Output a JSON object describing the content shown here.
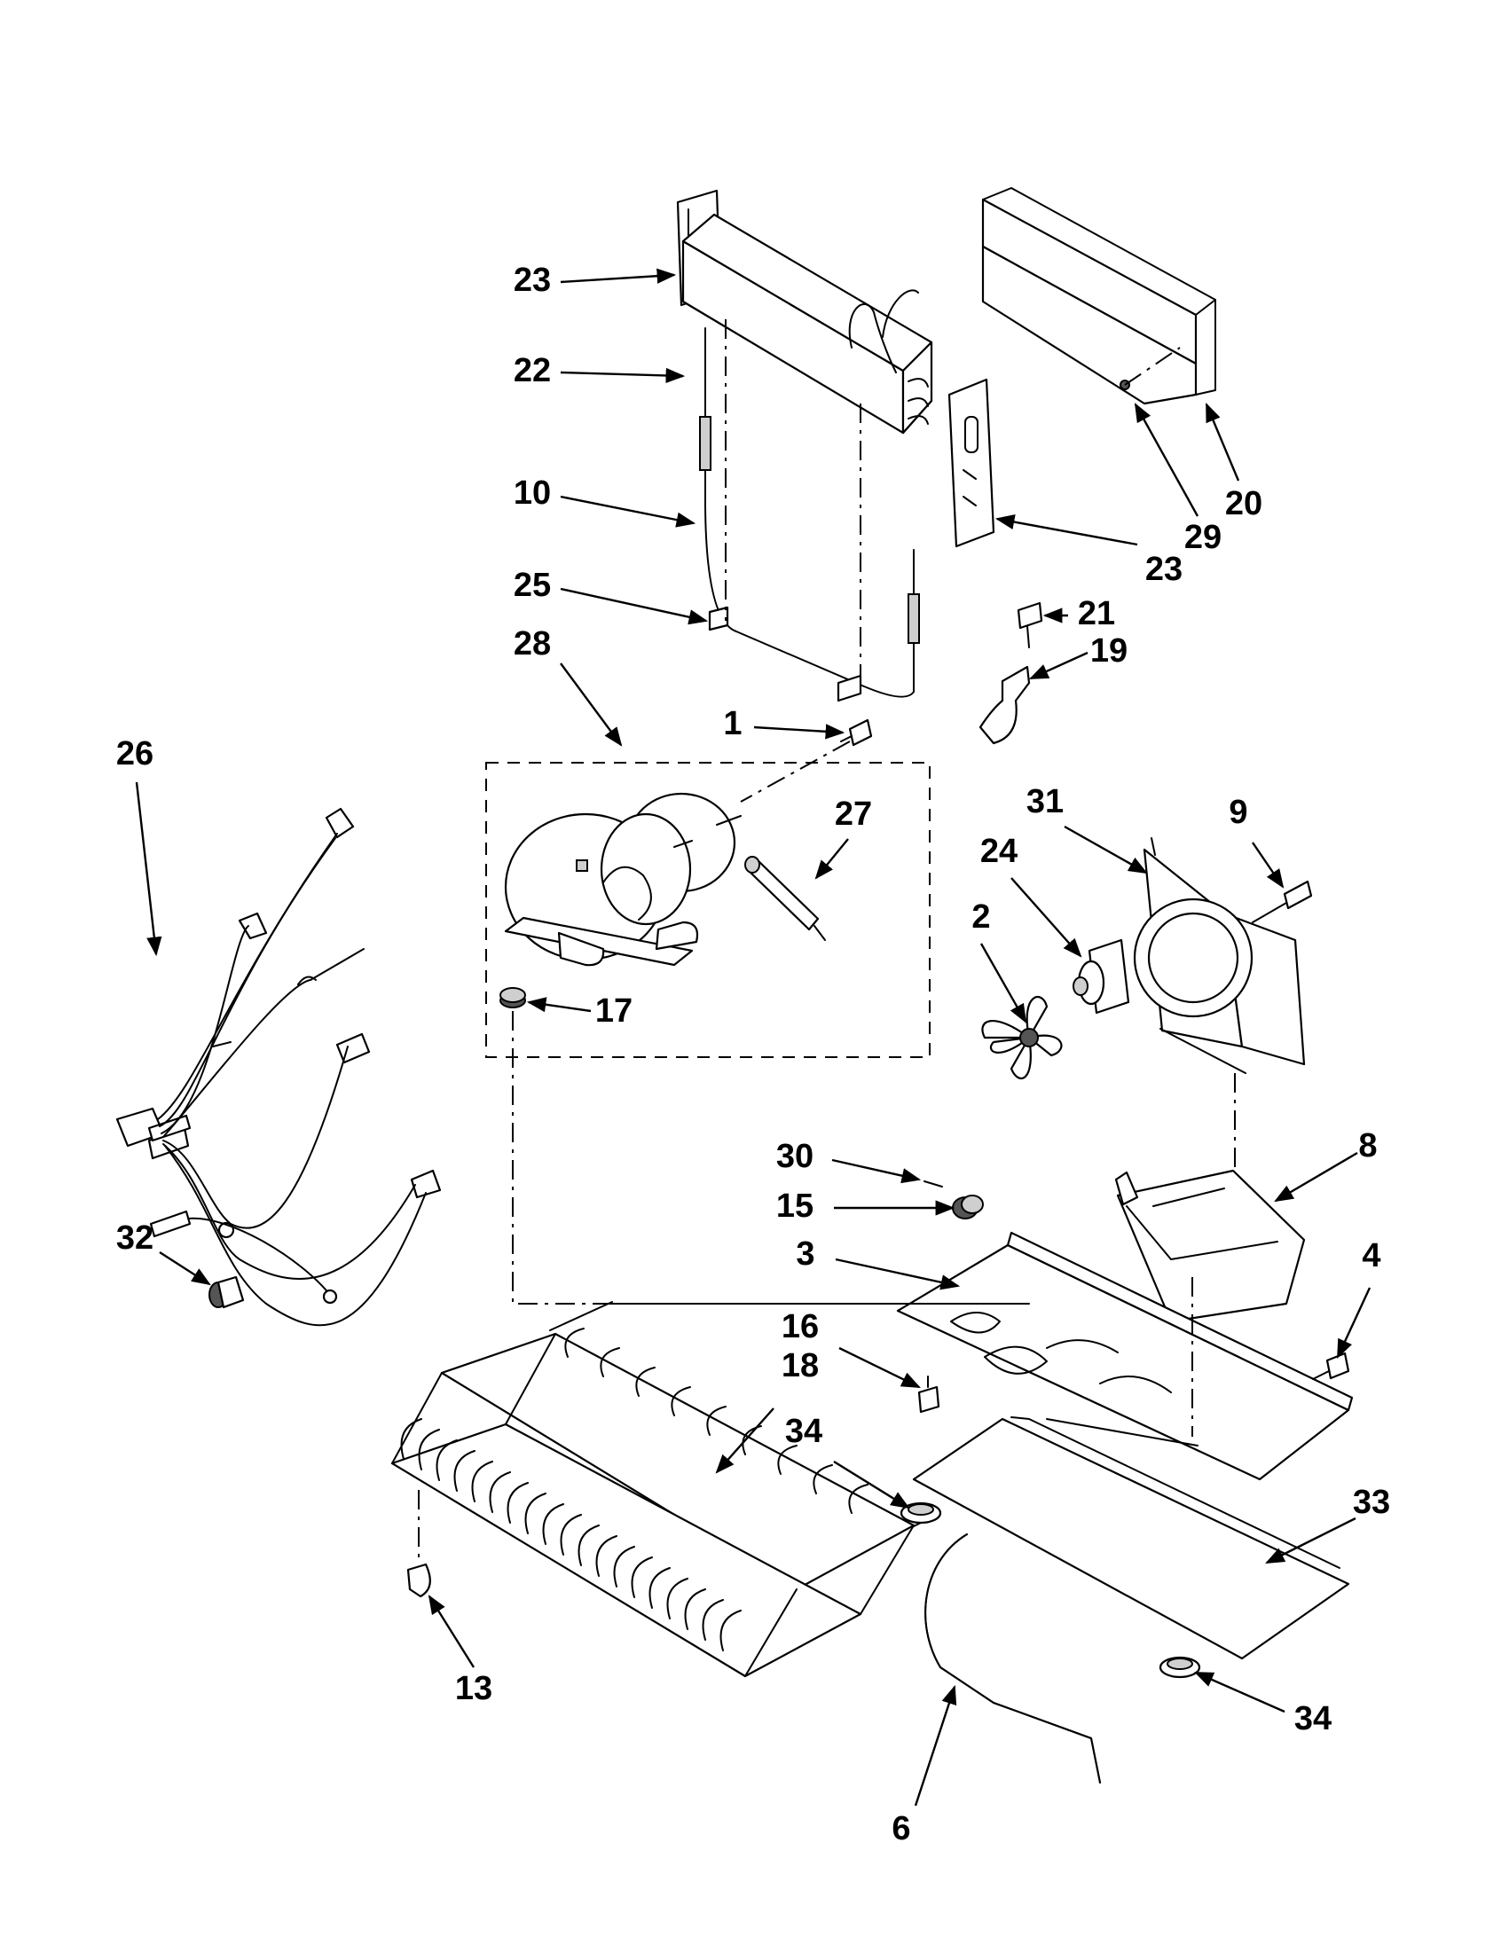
{
  "diagram": {
    "callouts": [
      {
        "id": "c23a",
        "label": "23"
      },
      {
        "id": "c22",
        "label": "22"
      },
      {
        "id": "c10",
        "label": "10"
      },
      {
        "id": "c25",
        "label": "25"
      },
      {
        "id": "c28",
        "label": "28"
      },
      {
        "id": "c1",
        "label": "1"
      },
      {
        "id": "c26",
        "label": "26"
      },
      {
        "id": "c27",
        "label": "27"
      },
      {
        "id": "c17",
        "label": "17"
      },
      {
        "id": "c20",
        "label": "20"
      },
      {
        "id": "c29",
        "label": "29"
      },
      {
        "id": "c23b",
        "label": "23"
      },
      {
        "id": "c21",
        "label": "21"
      },
      {
        "id": "c19",
        "label": "19"
      },
      {
        "id": "c31",
        "label": "31"
      },
      {
        "id": "c9",
        "label": "9"
      },
      {
        "id": "c24",
        "label": "24"
      },
      {
        "id": "c2",
        "label": "2"
      },
      {
        "id": "c30",
        "label": "30"
      },
      {
        "id": "c15",
        "label": "15"
      },
      {
        "id": "c8",
        "label": "8"
      },
      {
        "id": "c3",
        "label": "3"
      },
      {
        "id": "c4",
        "label": "4"
      },
      {
        "id": "c32",
        "label": "32"
      },
      {
        "id": "c16",
        "label": "16"
      },
      {
        "id": "c18",
        "label": "18"
      },
      {
        "id": "c34a",
        "label": "34"
      },
      {
        "id": "c33",
        "label": "33"
      },
      {
        "id": "c13",
        "label": "13"
      },
      {
        "id": "c6",
        "label": "6"
      },
      {
        "id": "c34b",
        "label": "34"
      }
    ]
  }
}
